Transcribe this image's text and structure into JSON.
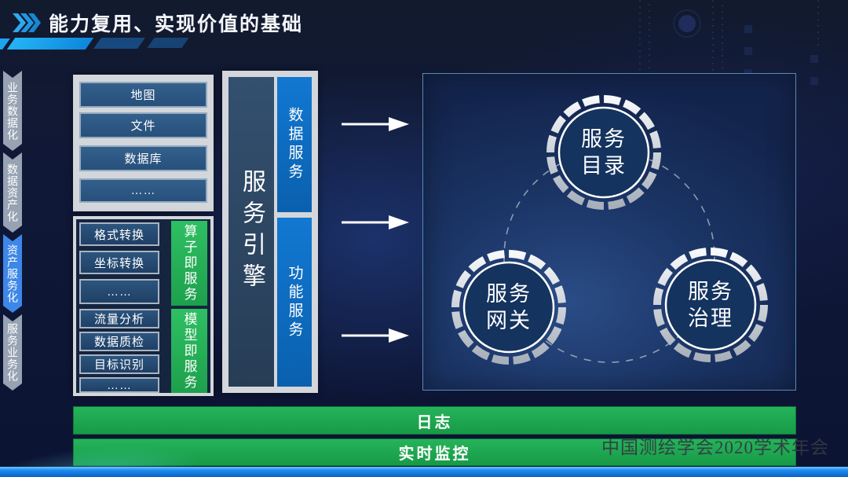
{
  "header": {
    "title": "能力复用、实现价值的基础"
  },
  "sidebar": {
    "items": [
      {
        "label": "业务数据化",
        "active": false
      },
      {
        "label": "数据资产化",
        "active": false
      },
      {
        "label": "资产服务化",
        "active": true
      },
      {
        "label": "服务业务化",
        "active": false
      }
    ]
  },
  "sources": {
    "items": [
      "地图",
      "文件",
      "数据库",
      "……"
    ]
  },
  "ops": {
    "label": "算子即服务",
    "items": [
      "格式转换",
      "坐标转换",
      "……"
    ]
  },
  "models": {
    "label": "模型即服务",
    "items": [
      "流量分析",
      "数据质检",
      "目标识别",
      "……"
    ]
  },
  "engine": {
    "label": "服务引擎",
    "services": [
      "数据服务",
      "功能服务"
    ]
  },
  "circles": [
    {
      "line1": "服务",
      "line2": "目录"
    },
    {
      "line1": "服务",
      "line2": "网关"
    },
    {
      "line1": "服务",
      "line2": "治理"
    }
  ],
  "bottom_bars": [
    "日志",
    "实时监控"
  ],
  "watermark": "中国测绘学会2020学术年会",
  "colors": {
    "accent_blue": "#1ba4f0",
    "bright_blue": "#0d6fc8",
    "steel_blue": "#2d5780",
    "green": "#1fa653",
    "panel_navy": "#14335e",
    "sidebar_gray": "#97a2b2",
    "sidebar_active": "#3d87e8"
  }
}
